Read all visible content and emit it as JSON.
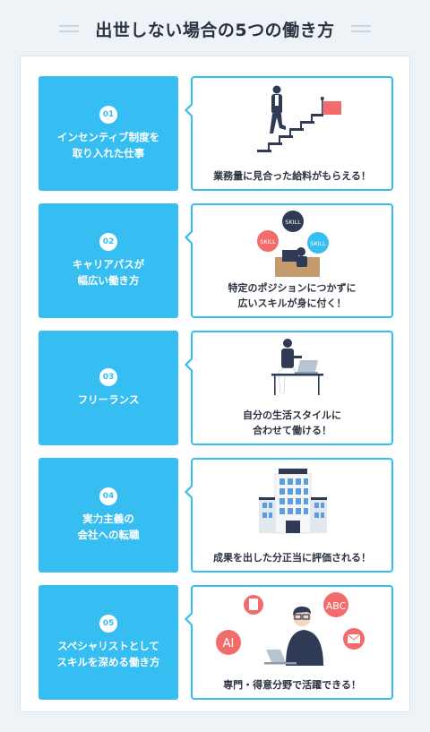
{
  "header": {
    "title": "出世しない場合の5つの働き方"
  },
  "items": [
    {
      "num": "01",
      "label": "インセンティブ制度を\n取り入れた仕事",
      "caption": "業務量に見合った給料がもらえる！"
    },
    {
      "num": "02",
      "label": "キャリアパスが\n幅広い働き方",
      "caption": "特定のポジションにつかずに\n広いスキルが身に付く！",
      "bubbles": [
        "SKILL",
        "SKILL",
        "SKILL"
      ]
    },
    {
      "num": "03",
      "label": "フリーランス",
      "caption": "自分の生活スタイルに\n合わせて働ける！"
    },
    {
      "num": "04",
      "label": "実力主義の\n会社への転職",
      "caption": "成果を出した分正当に評価される！"
    },
    {
      "num": "05",
      "label": "スペシャリストとして\nスキルを深める働き方",
      "caption": "専門・得意分野で活躍できる！",
      "bubbles": [
        "AI",
        "ABC"
      ]
    }
  ]
}
